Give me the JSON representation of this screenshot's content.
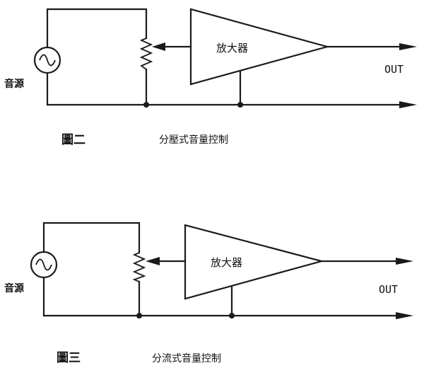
{
  "figures": [
    {
      "source_label": "音源",
      "amplifier_label": "放大器",
      "output_label": "OUT",
      "figure_number": "圖二",
      "caption": "分壓式音量控制"
    },
    {
      "source_label": "音源",
      "amplifier_label": "放大器",
      "output_label": "OUT",
      "figure_number": "圖三",
      "caption": "分流式音量控制"
    }
  ]
}
